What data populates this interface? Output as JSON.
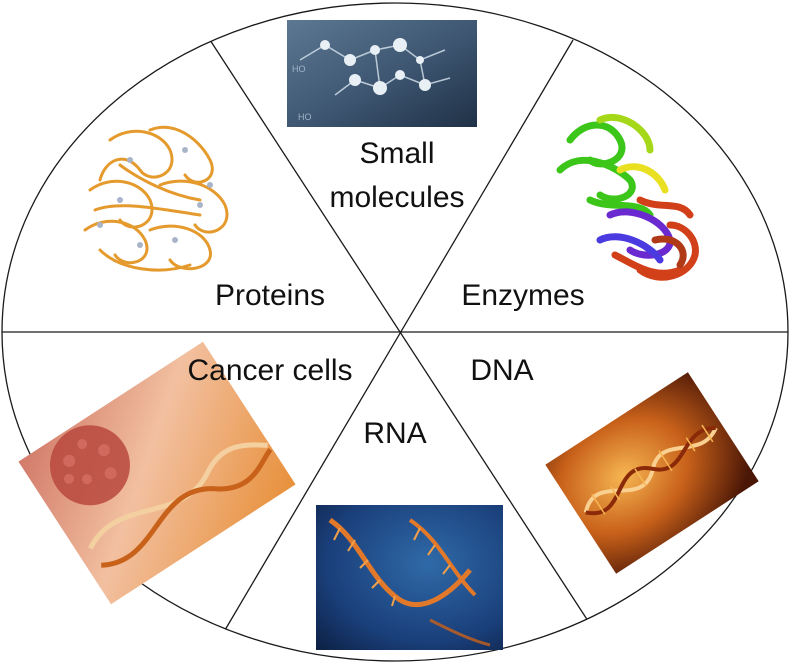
{
  "segments": [
    {
      "id": "small-molecules",
      "label_lines": [
        "Small",
        "molecules"
      ],
      "image": "molecular-structure-photo"
    },
    {
      "id": "enzymes",
      "label_lines": [
        "Enzymes"
      ],
      "image": "enzyme-ribbon-model"
    },
    {
      "id": "dna",
      "label_lines": [
        "DNA"
      ],
      "image": "dna-helix-photo"
    },
    {
      "id": "rna",
      "label_lines": [
        "RNA"
      ],
      "image": "rna-strand-photo"
    },
    {
      "id": "cancer-cells",
      "label_lines": [
        "Cancer cells"
      ],
      "image": "cancer-cell-dna-photo"
    },
    {
      "id": "proteins",
      "label_lines": [
        "Proteins"
      ],
      "image": "protein-structure-model"
    }
  ],
  "colors": {
    "outline": "#1a1a1a",
    "label": "#111111",
    "protein": "#e59a2e",
    "enzyme_green": "#3cc61a",
    "enzyme_yellow": "#e8e020",
    "enzyme_purple": "#6a2ad0",
    "enzyme_red": "#d2401a",
    "molecule_bg": "#3d5570",
    "dna_bg": "#c8611a",
    "rna_bg": "#1a3f7a",
    "cancer_bg": "#e3a07a"
  }
}
